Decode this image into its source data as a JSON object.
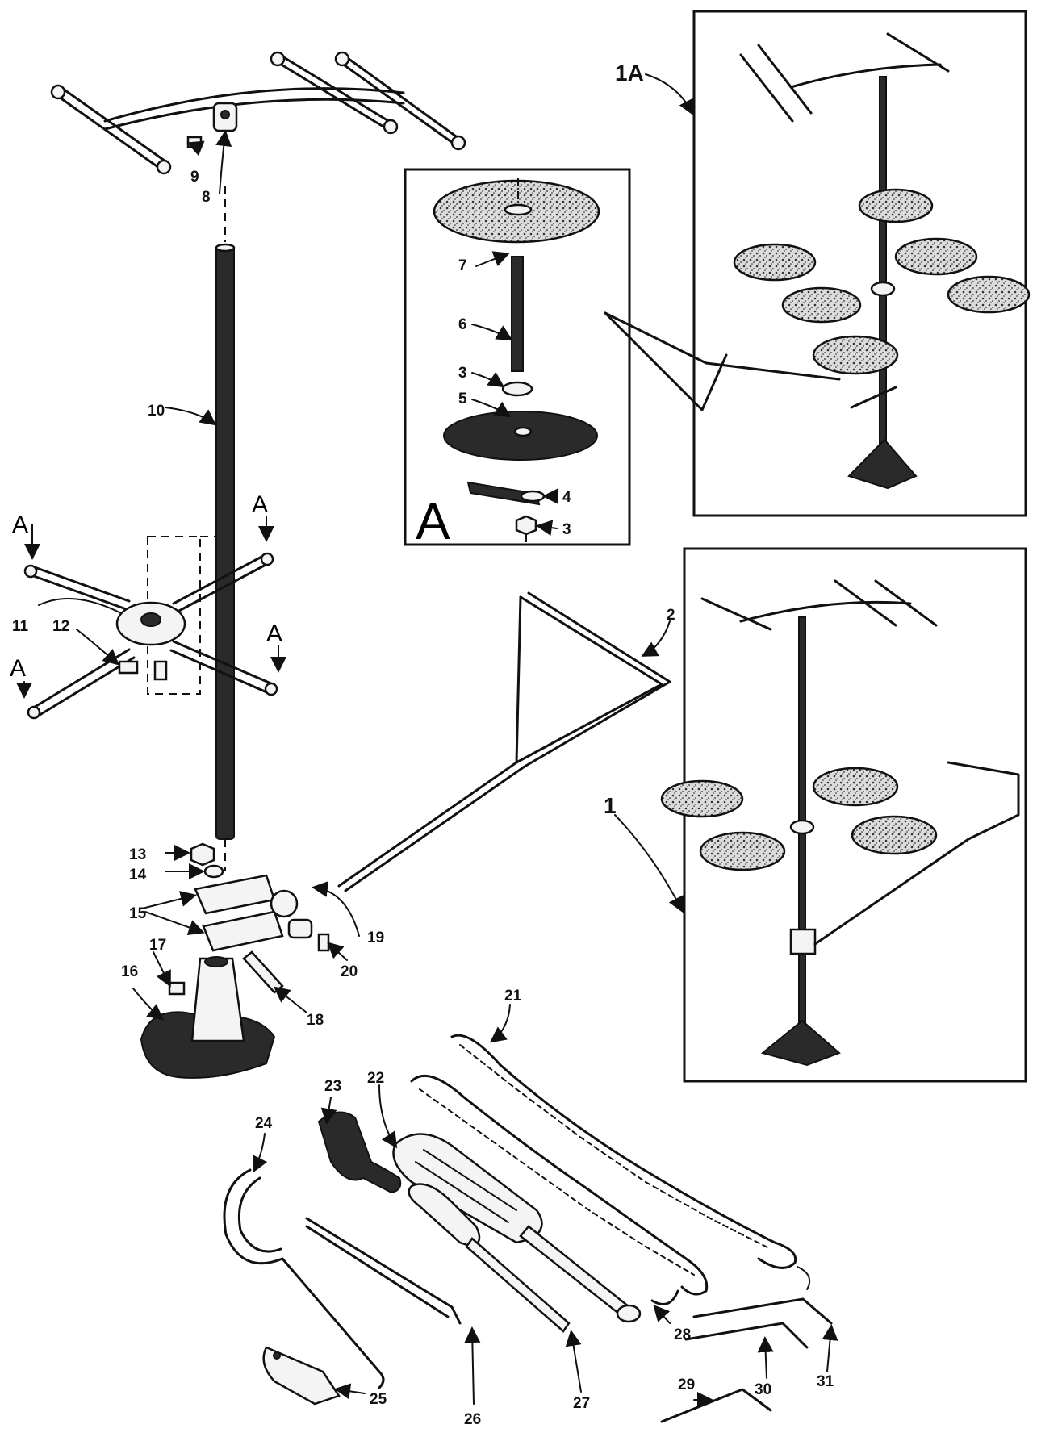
{
  "labels": {
    "l1": "1",
    "l1A": "1A",
    "l2": "2",
    "l3a": "3",
    "l3b": "3",
    "l4": "4",
    "l5": "5",
    "l6": "6",
    "l7": "7",
    "l8": "8",
    "l9": "9",
    "l10": "10",
    "l11": "11",
    "l12": "12",
    "l13": "13",
    "l14": "14",
    "l15": "15",
    "l16": "16",
    "l17": "17",
    "l18": "18",
    "l19": "19",
    "l20": "20",
    "l21": "21",
    "l22": "22",
    "l23": "23",
    "l24": "24",
    "l25": "25",
    "l26": "26",
    "l27": "27",
    "l28": "28",
    "l29": "29",
    "l30": "30",
    "l31": "31",
    "detailA": "A",
    "arrowA1": "A",
    "arrowA2": "A",
    "arrowA3": "A",
    "arrowA4": "A"
  }
}
